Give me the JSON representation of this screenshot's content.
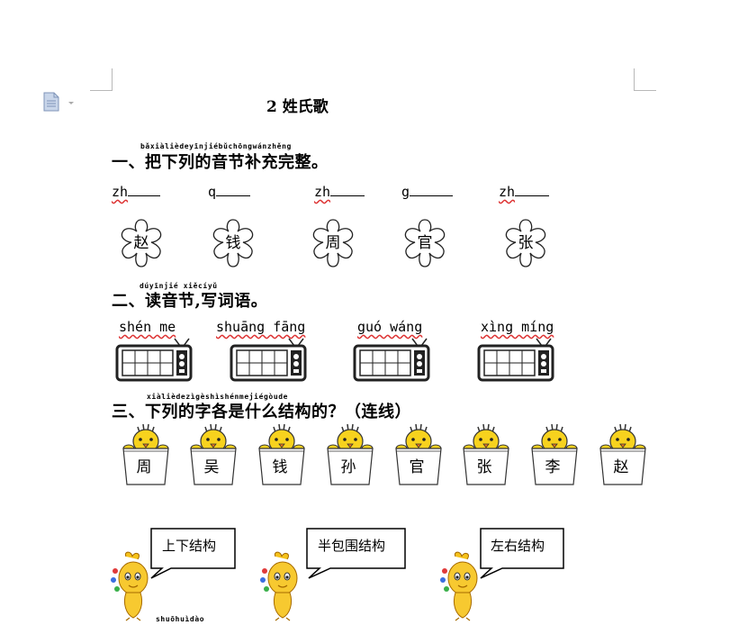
{
  "title": "2 姓氏歌",
  "section1": {
    "ruby": "bǎxiàlièdeyīnjiébǔchōngwánzhěng",
    "title": "一、把下列的音节补充完整。",
    "blanks": [
      {
        "prefix": "zh",
        "char": "赵"
      },
      {
        "prefix": "q",
        "char": "钱"
      },
      {
        "prefix": "zh",
        "char": "周"
      },
      {
        "prefix": "g",
        "char": "官"
      },
      {
        "prefix": "zh",
        "char": "张"
      }
    ]
  },
  "section2": {
    "ruby": "dúyīnjié xiěcíyǔ",
    "title": "二、读音节,写词语。",
    "words": [
      {
        "pinyin": "shén me"
      },
      {
        "pinyin": "shuāng fāng"
      },
      {
        "pinyin": "guó wáng"
      },
      {
        "pinyin": "xìng míng"
      }
    ]
  },
  "section3": {
    "ruby": "xiàlièdezìgèshìshénmejiégòude",
    "title": "三、下列的字各是什么结构的？（连线）",
    "chars": [
      "周",
      "吴",
      "钱",
      "孙",
      "官",
      "张",
      "李",
      "赵"
    ]
  },
  "bubbles": [
    "上下结构",
    "半包围结构",
    "左右结构"
  ],
  "footer_ruby": "shuōhuìdào",
  "colors": {
    "chick_yellow": "#f7d21e",
    "chick_outline": "#333333",
    "squiggle_red": "#dd3333",
    "crop_mark": "#b8b8b8"
  }
}
